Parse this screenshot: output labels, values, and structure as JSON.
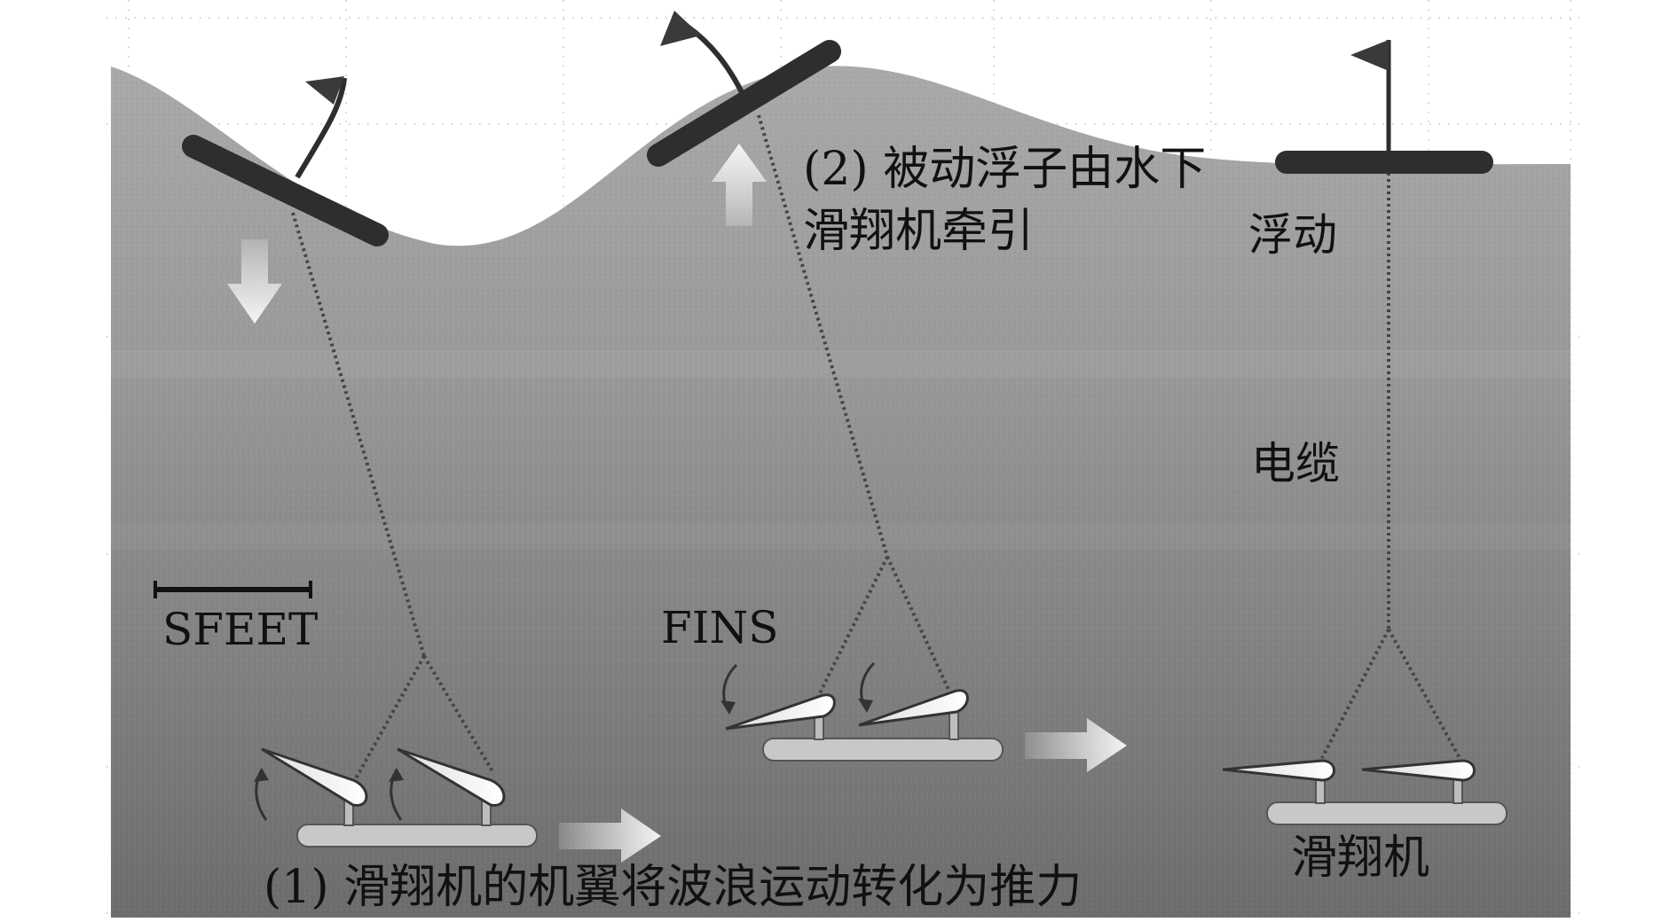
{
  "labels": {
    "step1": "(1) 滑翔机的机翼将波浪运动转化为推力",
    "step2_line1": "(2) 被动浮子由水下",
    "step2_line2": "滑翔机牵引",
    "float": "浮动",
    "cable": "电缆",
    "glider": "滑翔机",
    "fins": "FINS",
    "scale": "SFEET"
  },
  "colors": {
    "sky": "#ffffff",
    "sea_top": "#a3a3a3",
    "sea_bottom": "#6f6f6f",
    "float_body": "#2e2e2e",
    "glider_body": "#c4c4c4",
    "arrow": "#f2f2f2",
    "text": "#111111"
  }
}
